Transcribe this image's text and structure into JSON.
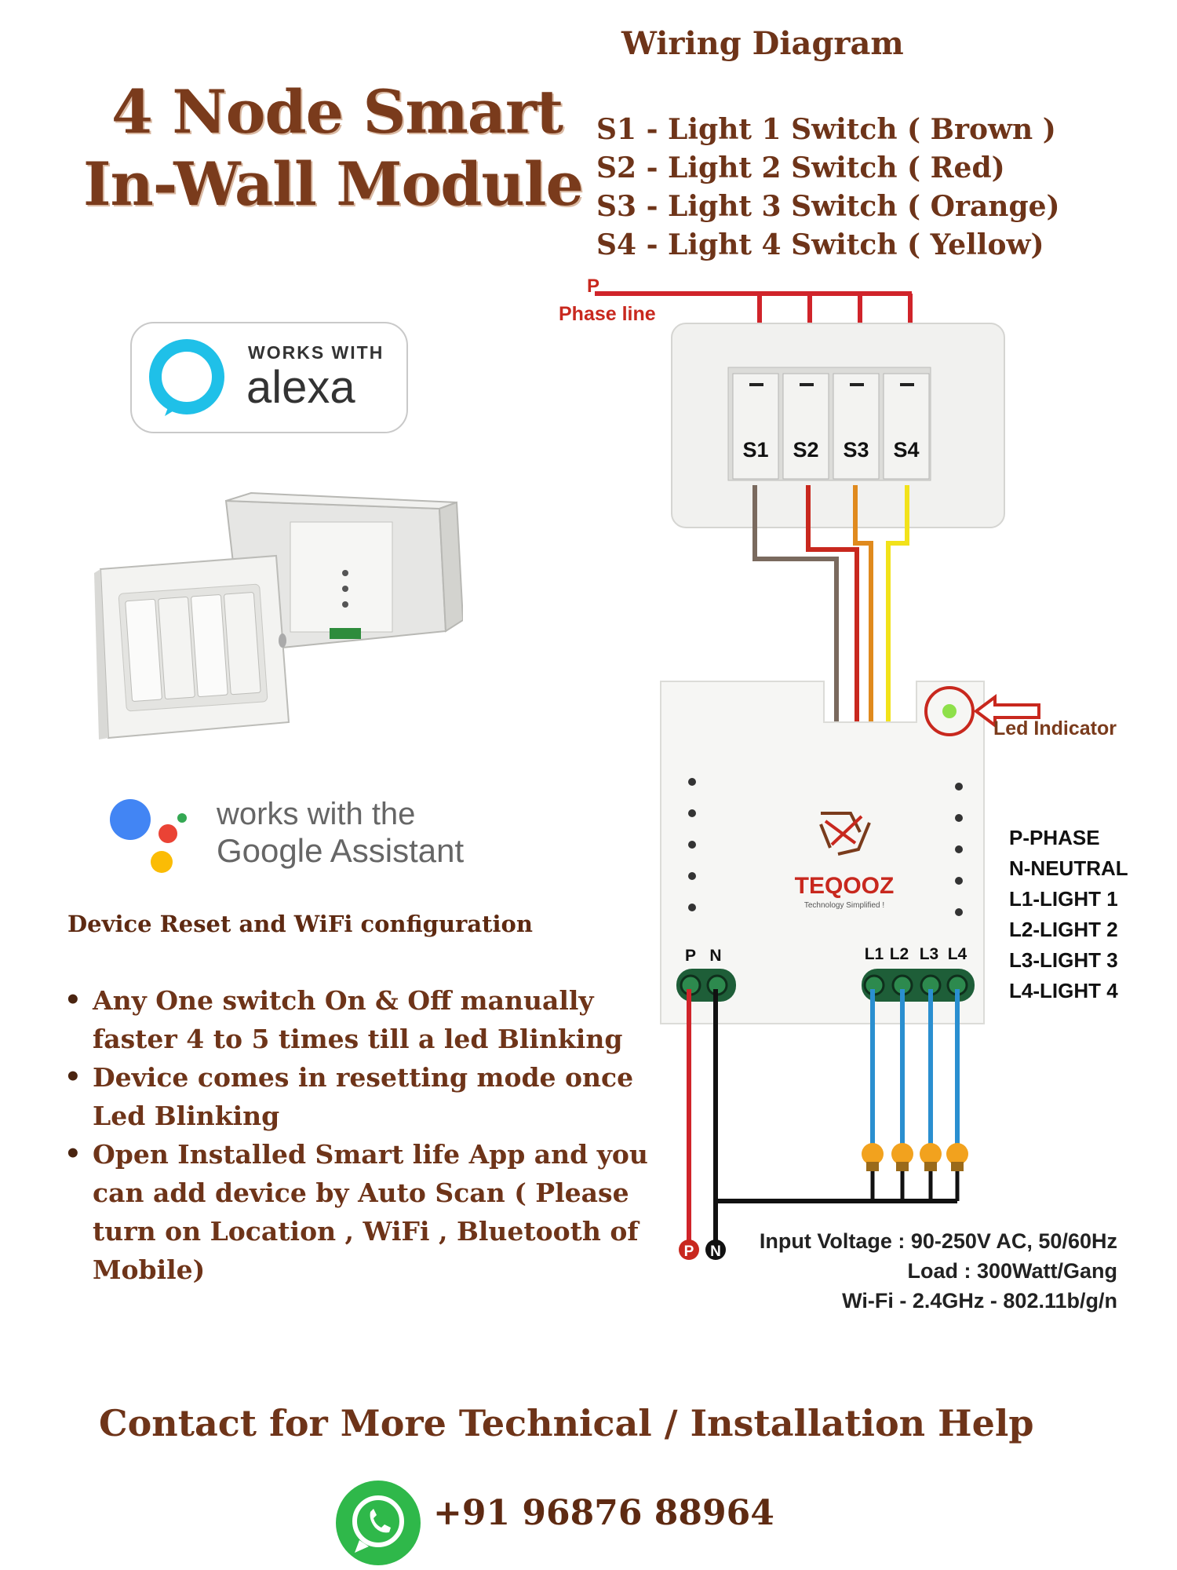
{
  "title": {
    "line1": "4 Node Smart",
    "line2": "In-Wall Module"
  },
  "wiring_diagram": {
    "heading": "Wiring Diagram",
    "legend": [
      "S1 - Light 1 Switch ( Brown )",
      "S2 - Light 2 Switch ( Red)",
      "S3 - Light 3 Switch ( Orange)",
      "S4 - Light 4 Switch ( Yellow)"
    ],
    "phase_short": "P",
    "phase_label": "Phase line",
    "switch_labels": [
      "S1",
      "S2",
      "S3",
      "S4"
    ],
    "led_label": "Led Indicator",
    "brand": "TEQOOZ",
    "brand_tagline": "Technology Simplified !",
    "terminal_pn": [
      "P",
      "N"
    ],
    "terminal_loads": [
      "L1",
      "L2",
      "L3",
      "L4"
    ],
    "pin_legend": [
      "P-PHASE",
      "N-NEUTRAL",
      "L1-LIGHT 1",
      "L2-LIGHT 2",
      "L3-LIGHT 3",
      "L4-LIGHT 4"
    ],
    "feed_labels": [
      "P",
      "N"
    ],
    "specs": [
      "Input Voltage : 90-250V AC, 50/60Hz",
      "Load : 300Watt/Gang",
      "Wi-Fi - 2.4GHz - 802.11b/g/n"
    ],
    "wire_colors": {
      "phase": "#d0242a",
      "s1": "#7a6a5e",
      "s2": "#c8281e",
      "s3": "#e08a1e",
      "s4": "#f2e21a",
      "load": "#2a8fd0",
      "neutral": "#111111",
      "bulb": "#f2a21e"
    }
  },
  "badges": {
    "alexa": {
      "top": "WORKS WITH",
      "name": "alexa",
      "icon": "alexa-ring-icon"
    },
    "google": {
      "line1": "works with the",
      "line2": "Google Assistant",
      "icon": "google-dots-icon"
    }
  },
  "reset": {
    "heading": "Device Reset and WiFi configuration",
    "steps": [
      "Any One switch On & Off  manually faster 4 to 5 times till a led Blinking",
      "Device comes in resetting mode once Led Blinking",
      "Open Installed Smart life App and you can add device by Auto Scan ( Please turn on Location , WiFi , Bluetooth of Mobile)"
    ]
  },
  "contact": {
    "heading": "Contact for More Technical / Installation Help",
    "phone": "+91 96876 88964",
    "icon": "whatsapp-icon",
    "accent": "#2fb84a"
  }
}
